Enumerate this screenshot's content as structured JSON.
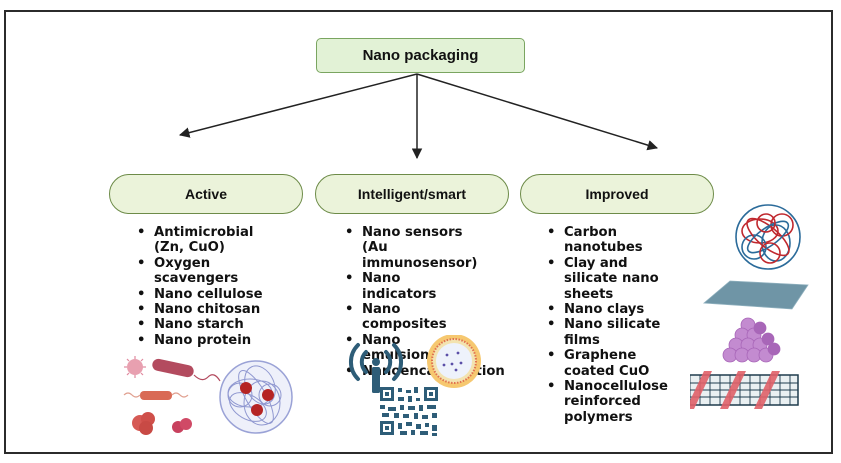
{
  "diagram": {
    "root": {
      "label": "Nano packaging"
    },
    "categories": [
      {
        "label": "Active",
        "items": [
          "Antimicrobial (Zn, CuO)",
          "Oxygen scavengers",
          "Nano cellulose",
          "Nano chitosan",
          "Nano starch",
          "Nano protein"
        ],
        "illustration": "microbes-and-nanoparticle-mesh-icon"
      },
      {
        "label": "Intelligent/smart",
        "items": [
          "Nano sensors (Au immunosensor)",
          "Nano indicators",
          "Nano composites",
          "Nano emulsions",
          "Nanoencapsulation"
        ],
        "illustration": "wireless-sensor-qr-code-nanoemulsion-icon"
      },
      {
        "label": "Improved",
        "items": [
          "Carbon nanotubes",
          "Clay and silicate nano sheets",
          "Nano clays",
          "Nano silicate films",
          "Graphene coated CuO",
          "Nanocellulose reinforced polymers"
        ],
        "illustration": "nanofiber-sheet-cluster-nanotube-icon"
      }
    ],
    "colors": {
      "root_fill": "#e2f2d6",
      "root_border": "#7aa560",
      "category_fill": "#ebf3da",
      "category_border": "#6d8b48",
      "arrow": "#222222"
    }
  }
}
